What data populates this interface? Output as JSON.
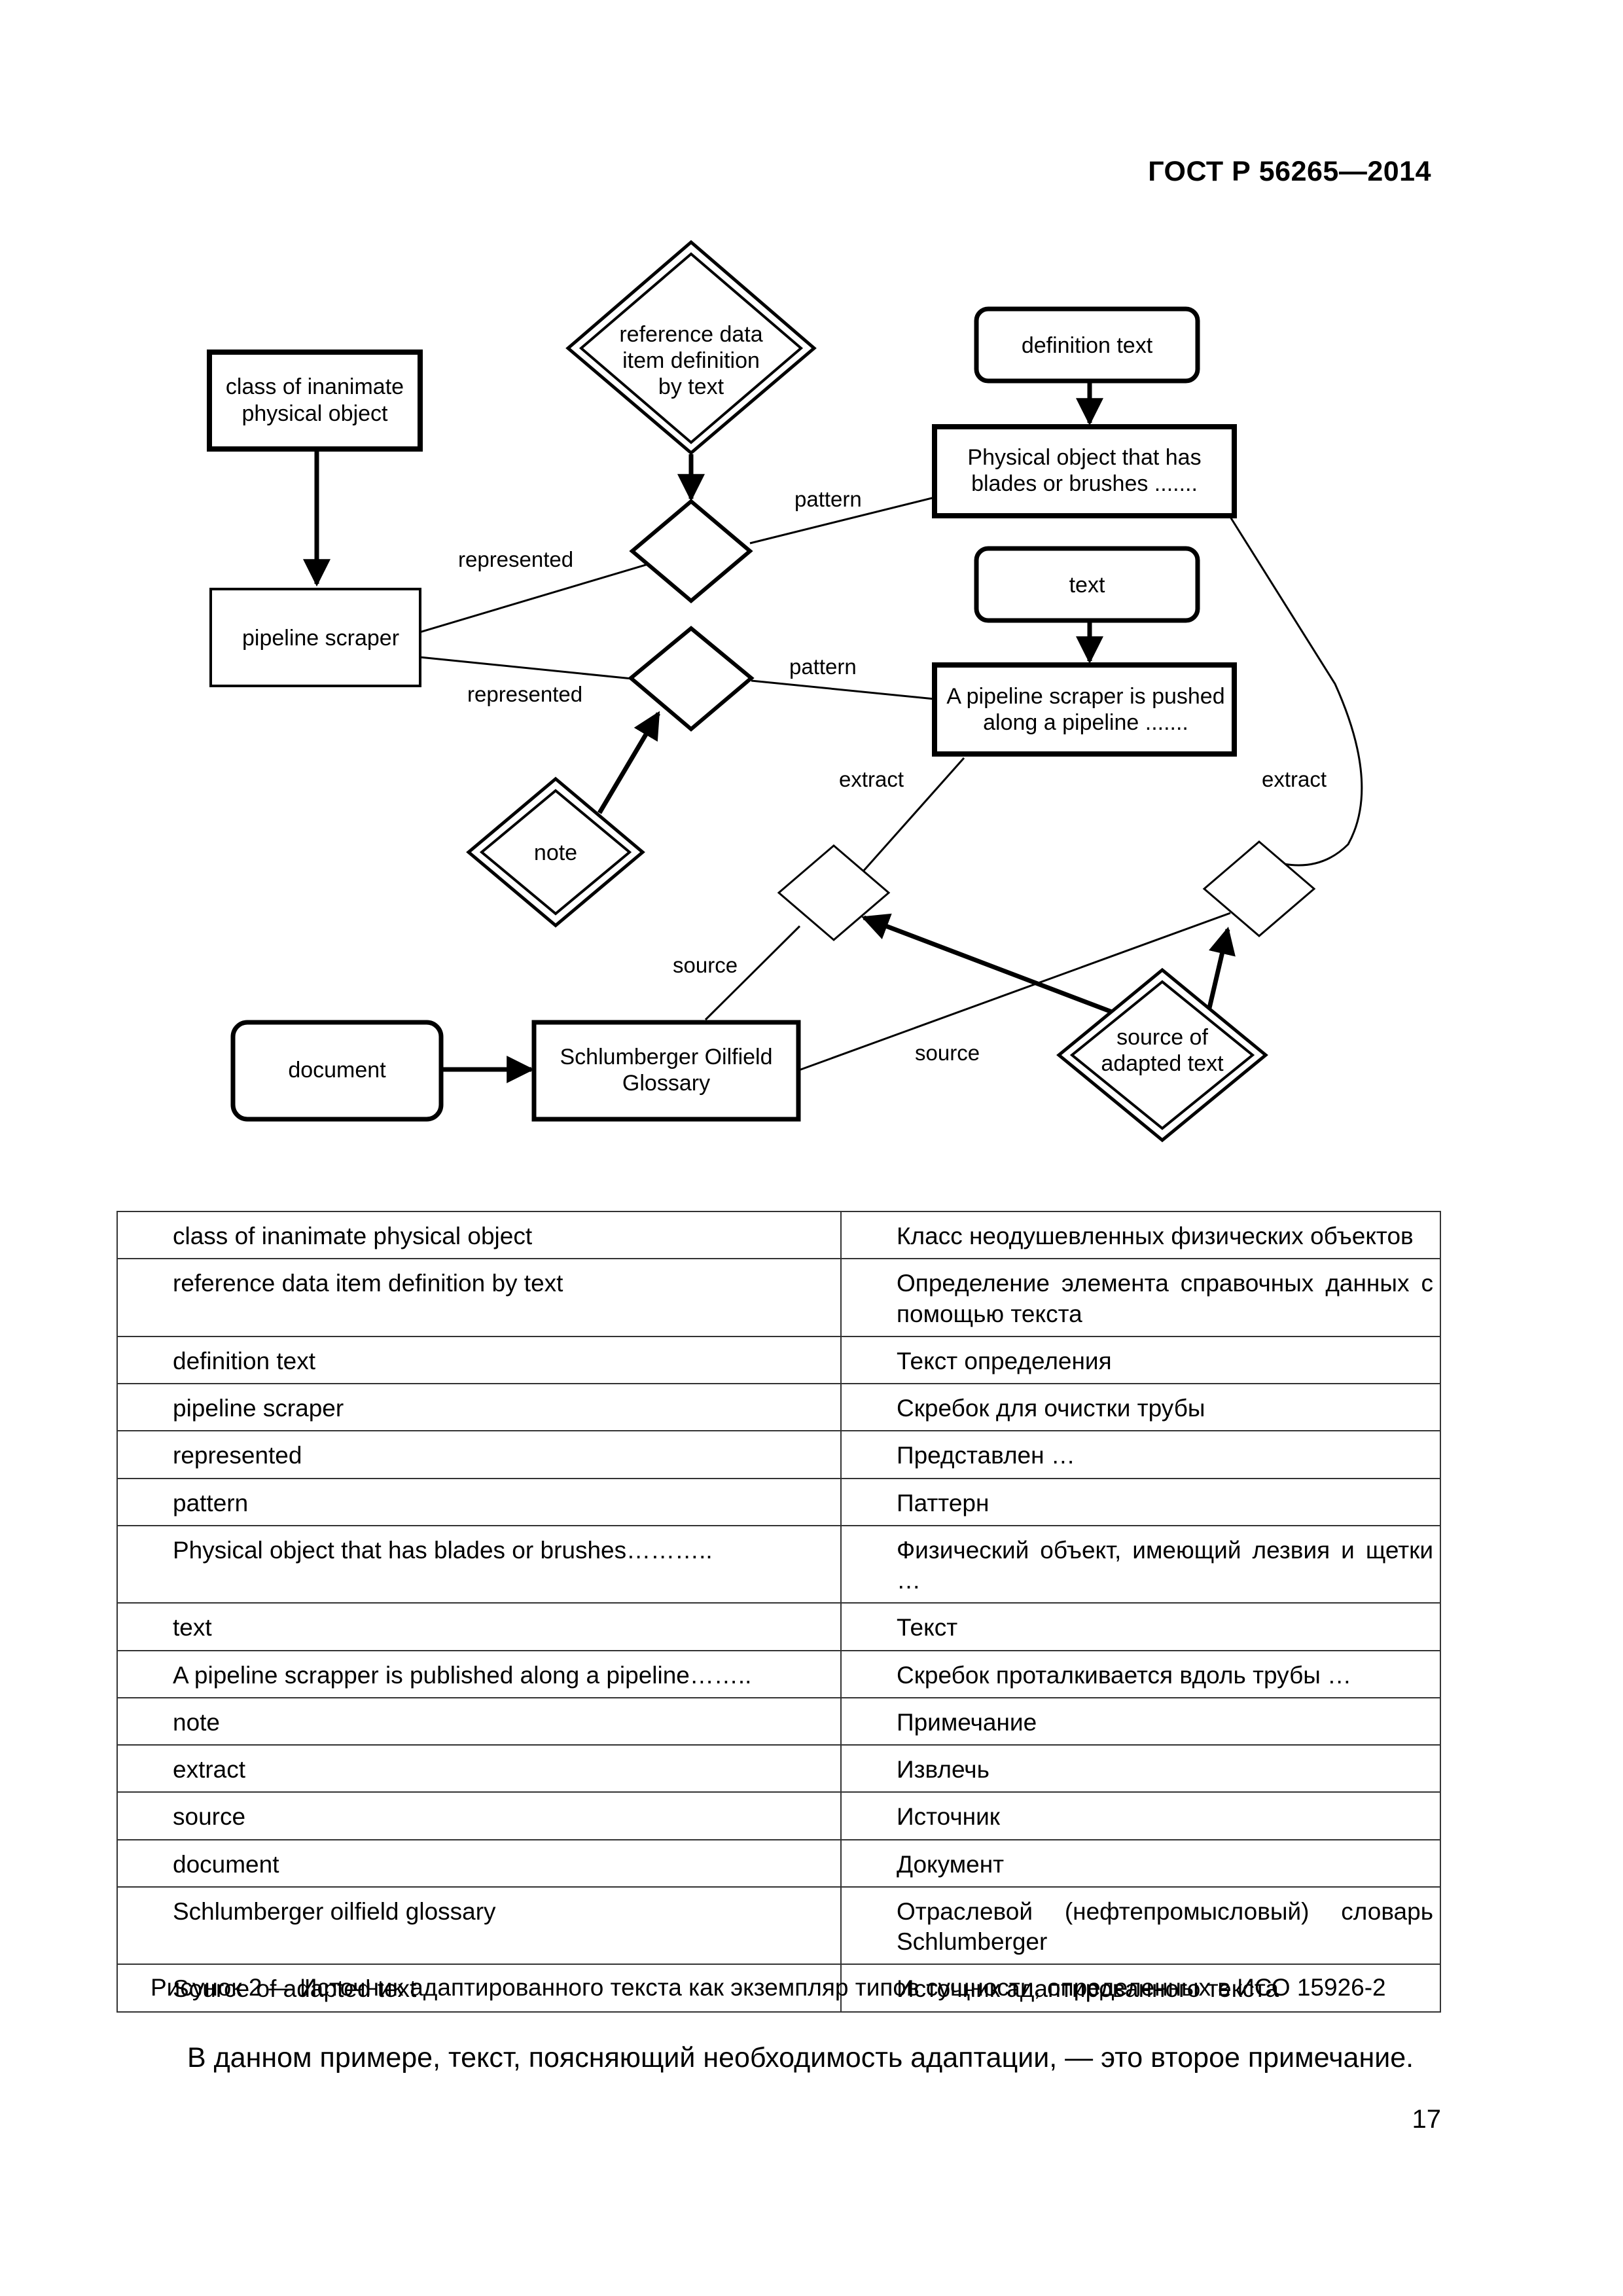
{
  "header": {
    "standard_code": "ГОСТ Р 56265—2014"
  },
  "diagram": {
    "nodes": {
      "class_of_inanimate": [
        "class of inanimate",
        "physical object"
      ],
      "ref_data_item": [
        "reference data",
        "item definition",
        "by text"
      ],
      "definition_text": "definition text",
      "physical_object_text": [
        "Physical object that has",
        "blades or brushes ......."
      ],
      "pipeline_scraper": "pipeline scraper",
      "text": "text",
      "pipeline_pushed_text": [
        "A pipeline scraper is pushed",
        "along a pipeline ......."
      ],
      "note": "note",
      "document": "document",
      "schlumberger": [
        "Schlumberger Oilfield",
        "Glossary"
      ],
      "source_adapted": [
        "source of",
        "adapted text"
      ]
    },
    "edge_labels": {
      "represented_1": "represented",
      "pattern_1": "pattern",
      "represented_2": "represented",
      "pattern_2": "pattern",
      "extract_1": "extract",
      "extract_2": "extract",
      "source_1": "source",
      "source_2": "source"
    }
  },
  "glossary": [
    {
      "en": "class of inanimate physical object",
      "ru": "Класс неодушевленных физических объектов"
    },
    {
      "en": "reference data item definition by text",
      "ru": "Определение элемента справочных данных с помощью текста"
    },
    {
      "en": "definition text",
      "ru": "Текст определения"
    },
    {
      "en": "pipeline scraper",
      "ru": "Скребок для очистки трубы"
    },
    {
      "en": "represented",
      "ru": "Представлен …"
    },
    {
      "en": "pattern",
      "ru": "Паттерн"
    },
    {
      "en": "Physical object that has blades or brushes………..",
      "ru": "Физический объект, имеющий лезвия и щетки …"
    },
    {
      "en": "text",
      "ru": "Текст"
    },
    {
      "en": "A pipeline scrapper is published along a pipeline……..",
      "ru": "Скребок проталкивается вдоль трубы …"
    },
    {
      "en": "note",
      "ru": "Примечание"
    },
    {
      "en": "extract",
      "ru": "Извлечь"
    },
    {
      "en": "source",
      "ru": "Источник"
    },
    {
      "en": "document",
      "ru": "Документ"
    },
    {
      "en": "Schlumberger oilfield glossary",
      "ru": "Отраслевой (нефтепромысловый) словарь Schlumberger"
    },
    {
      "en": "Source of adapted text",
      "ru": "Источник адаптированного текста"
    }
  ],
  "caption": "Рисунок 2 — Источник адаптированного текста как экземпляр типов сущности, определенных в ИСО 15926-2",
  "body_text": "В данном примере, текст, поясняющий необходимость адаптации, — это второе примечание.",
  "page_number": "17"
}
